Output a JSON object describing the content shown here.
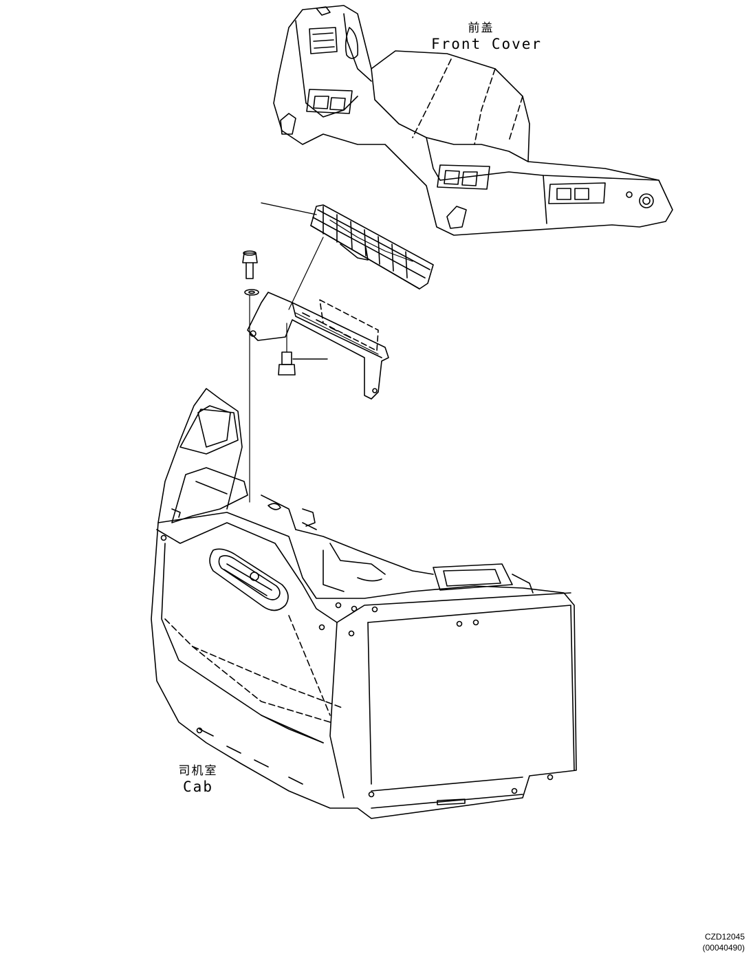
{
  "labels": {
    "front_cover_cn": "前盖",
    "front_cover_en": "Front Cover",
    "cab_cn": "司机室",
    "cab_en": "Cab"
  },
  "drawing_code": {
    "figure_no": "CZD12045",
    "ref_no": "(00040490)"
  }
}
